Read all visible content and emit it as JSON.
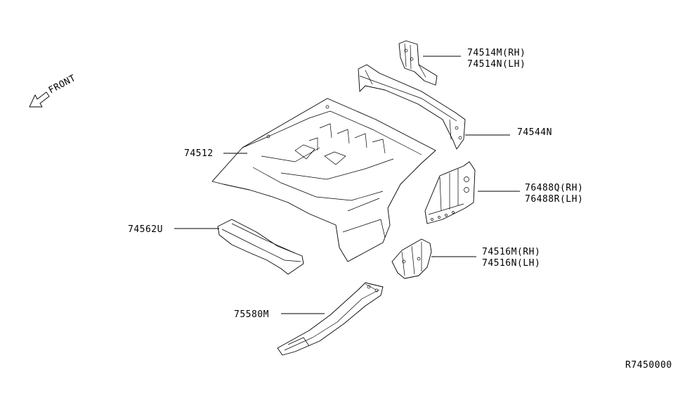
{
  "direction": {
    "label": "FRONT",
    "icon": "arrow-front-icon"
  },
  "parts": [
    {
      "id": "74514",
      "lines": [
        "74514M(RH)",
        "74514N(LH)"
      ]
    },
    {
      "id": "74544",
      "lines": [
        "74544N"
      ]
    },
    {
      "id": "74512",
      "lines": [
        "74512"
      ]
    },
    {
      "id": "76488",
      "lines": [
        "76488Q(RH)",
        "76488R(LH)"
      ]
    },
    {
      "id": "74562",
      "lines": [
        "74562U"
      ]
    },
    {
      "id": "74516",
      "lines": [
        "74516M(RH)",
        "74516N(LH)"
      ]
    },
    {
      "id": "75580",
      "lines": [
        "75580M"
      ]
    }
  ],
  "diagram_code": "R7450000"
}
